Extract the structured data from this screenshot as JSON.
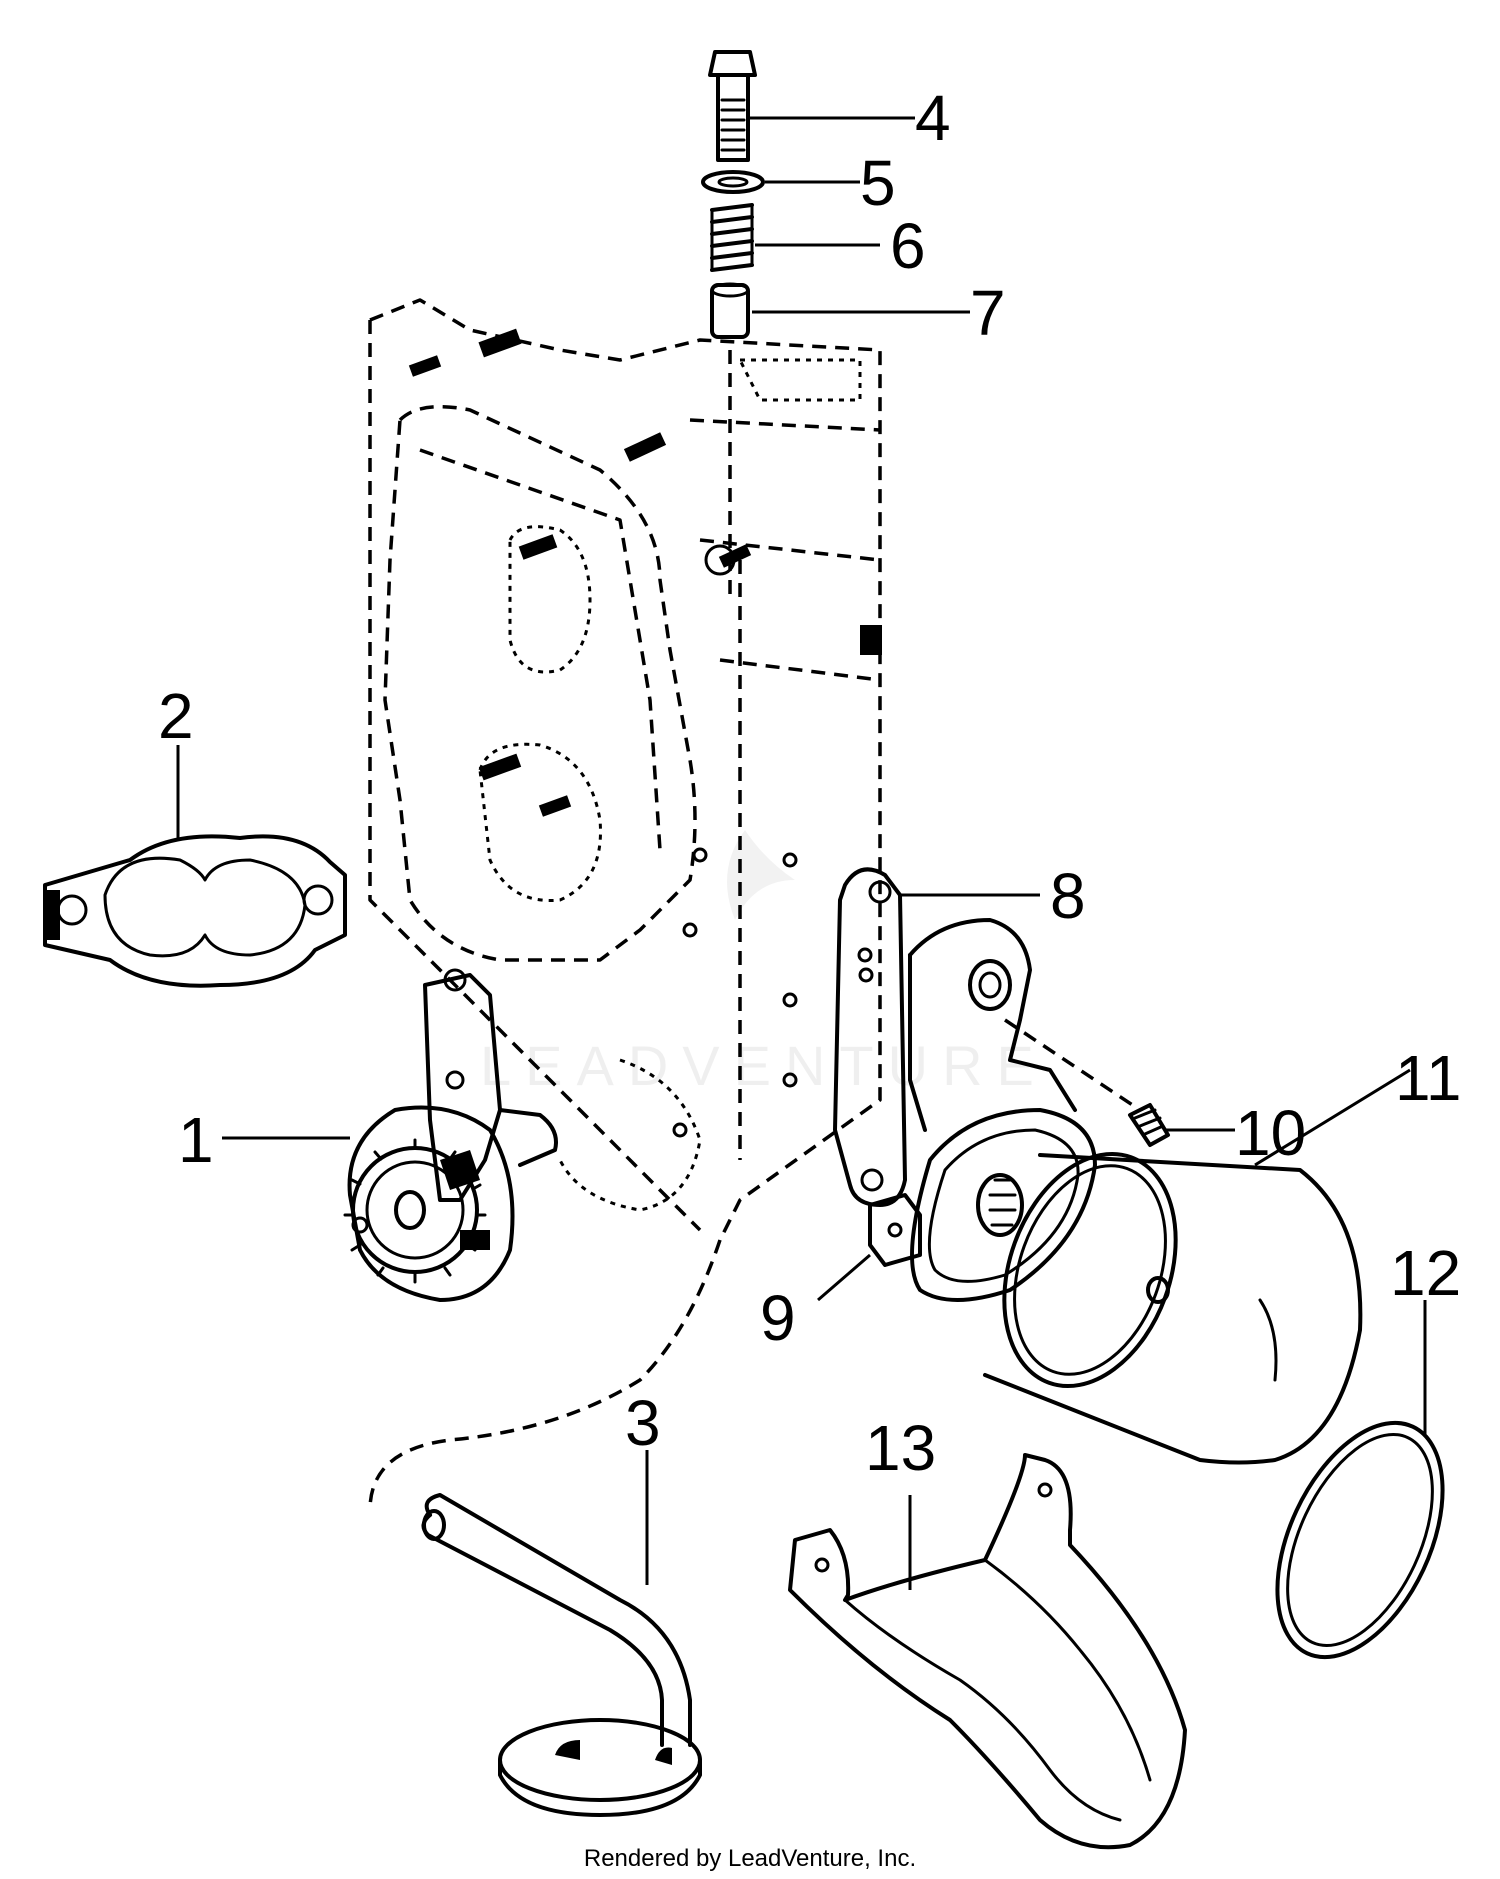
{
  "diagram": {
    "callouts": [
      "1",
      "2",
      "3",
      "4",
      "5",
      "6",
      "7",
      "8",
      "9",
      "10",
      "11",
      "12",
      "13"
    ],
    "credit": "Rendered by LeadVenture, Inc.",
    "watermark": "LEADVENTURE",
    "colors": {
      "ink": "#000000",
      "paper": "#ffffff"
    }
  }
}
